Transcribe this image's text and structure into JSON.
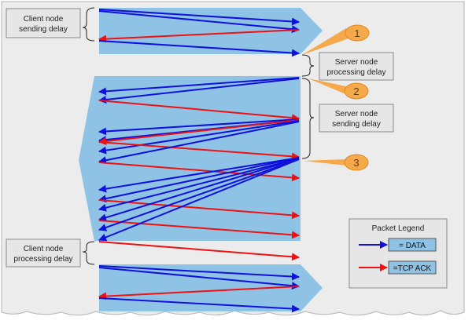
{
  "labels": {
    "client_sending": [
      "Client node",
      "sending delay"
    ],
    "server_processing": [
      "Server node",
      "processing delay"
    ],
    "server_sending": [
      "Server node",
      "sending delay"
    ],
    "client_processing": [
      "Client node",
      "processing delay"
    ]
  },
  "callouts": [
    "1",
    "2",
    "3"
  ],
  "legend": {
    "title": "Packet Legend",
    "items": [
      {
        "key": "data",
        "label": "= DATA",
        "color": "#1010dd"
      },
      {
        "key": "ack",
        "label": "=TCP ACK",
        "color": "#ee1111"
      }
    ]
  },
  "colors": {
    "background": "#ececec",
    "flow_band": "#8fc3e6",
    "callout": "#f5a94a",
    "label_box": "#e6e6e6",
    "legend_swatch": "#8fc3e6"
  }
}
